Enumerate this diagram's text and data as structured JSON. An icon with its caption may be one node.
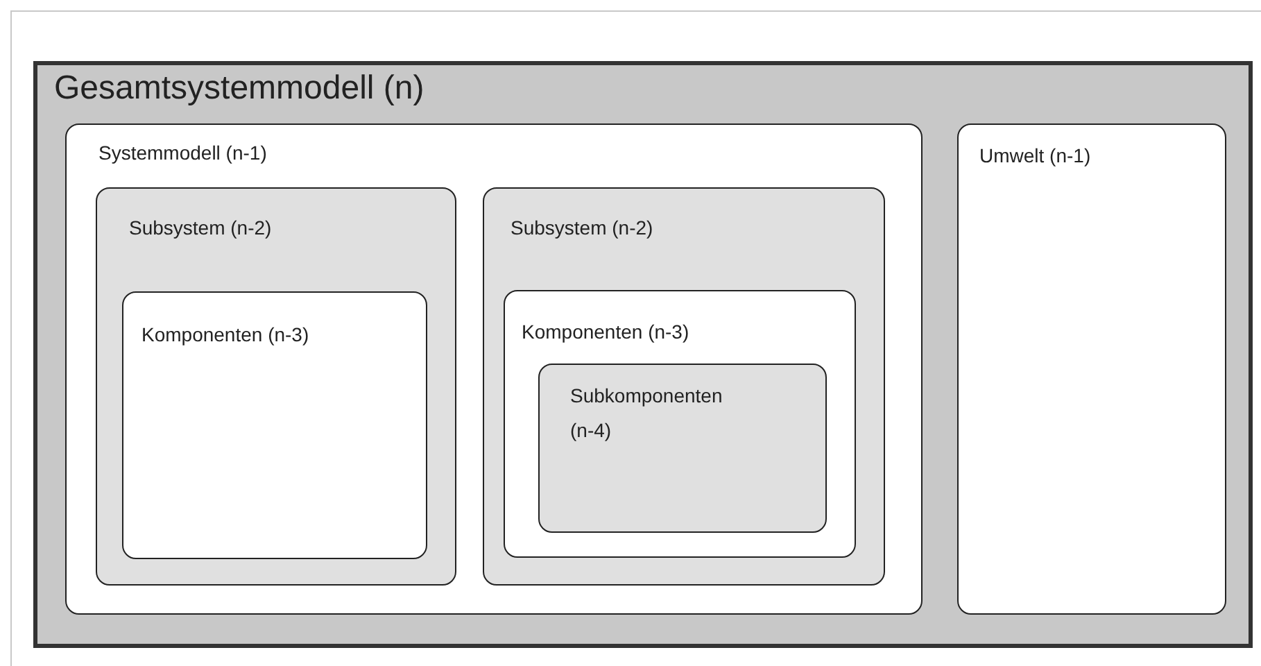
{
  "diagram": {
    "nodes": [
      {
        "text": [
          "Gesamtsystemmodell (n)"
        ]
      },
      {
        "text": [
          "Systemmodell (n-1)"
        ],
        "in": 0
      },
      {
        "text": [
          "Subsystem (n-2)"
        ],
        "in": 1
      },
      {
        "text": [
          "Komponenten (n-3)"
        ],
        "in": 2
      },
      {
        "text": [
          "Subsystem (n-2)"
        ],
        "in": 1
      },
      {
        "text": [
          "Komponenten (n-3)"
        ],
        "in": 4
      },
      {
        "text": [
          "Subkomponenten (n-4)"
        ],
        "in": 5
      },
      {
        "text": [
          "Umwelt (n-1)"
        ],
        "in": 0
      }
    ]
  }
}
